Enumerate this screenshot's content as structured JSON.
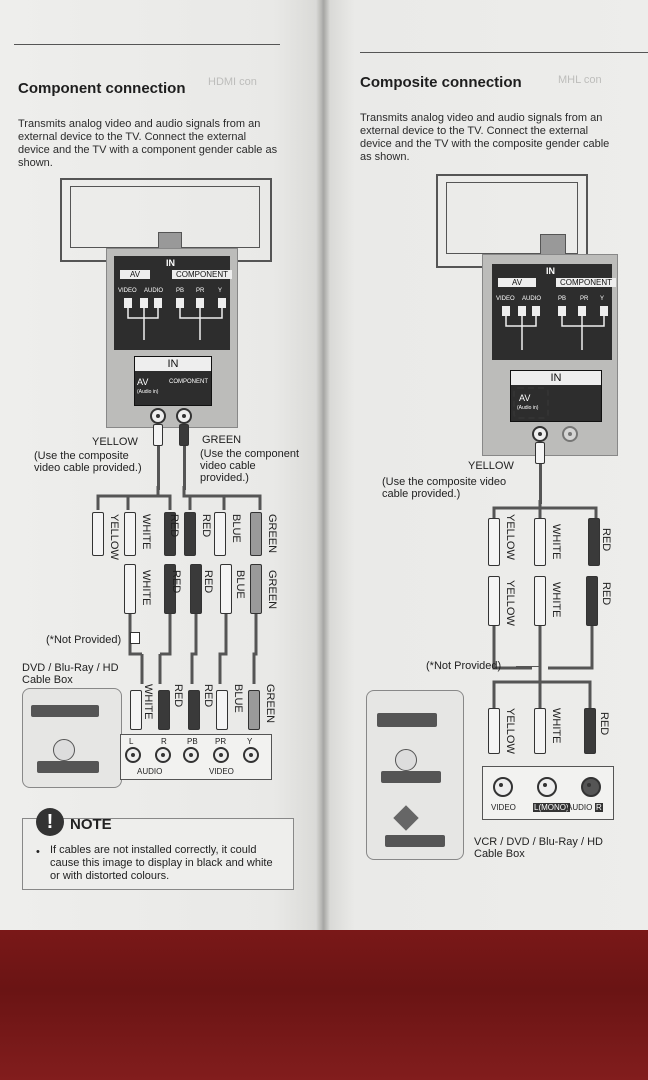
{
  "left_page": {
    "title": "Component connection",
    "ghost_text": "HDMI con",
    "description": "Transmits analog video and audio signals from an external device to the TV. Connect the external device and the TV with a component gender cable as shown.",
    "tv_panel": {
      "in_label": "IN",
      "av_label": "AV",
      "component_label": "COMPONENT",
      "jack_labels": [
        "VIDEO",
        "AUDIO",
        "PB",
        "PR",
        "Y"
      ],
      "in_box_label": "IN",
      "in_box_av": "AV",
      "in_box_audio_in": "(Audio in)",
      "in_box_component": "COMPONENT"
    },
    "yellow_label": "YELLOW",
    "yellow_note": "(Use the composite video cable provided.)",
    "green_label": "GREEN",
    "green_note": "(Use the component video cable provided.)",
    "plugs_row1": [
      "YELLOW",
      "WHITE",
      "RED",
      "RED",
      "BLUE",
      "GREEN"
    ],
    "plugs_row2": [
      "WHITE",
      "RED",
      "RED",
      "BLUE",
      "GREEN"
    ],
    "not_provided": "(*Not Provided)",
    "device_label": "DVD / Blu-Ray / HD Cable Box",
    "plugs_row3": [
      "WHITE",
      "RED",
      "RED",
      "BLUE",
      "GREEN"
    ],
    "ports": [
      "L",
      "R",
      "PB",
      "PR",
      "Y"
    ],
    "port_group_audio": "AUDIO",
    "port_group_video": "VIDEO",
    "note_title": "NOTE",
    "note_text": "If cables are not installed correctly, it could cause this image to display in black and white or with distorted colours."
  },
  "right_page": {
    "title": "Composite connection",
    "ghost_text": "MHL con",
    "description": "Transmits analog video and audio signals from an external device to the TV. Connect the external device and the TV with the composite gender cable as shown.",
    "tv_panel": {
      "in_label": "IN",
      "av_label": "AV",
      "component_label": "COMPONENT",
      "jack_labels": [
        "VIDEO",
        "AUDIO",
        "PB",
        "PR",
        "Y"
      ],
      "in_box_label": "IN",
      "in_box_av": "AV",
      "in_box_audio_in": "(Audio in)"
    },
    "yellow_label": "YELLOW",
    "yellow_note": "(Use the composite video cable provided.)",
    "plugs_row1": [
      "YELLOW",
      "WHITE",
      "RED"
    ],
    "plugs_row2": [
      "YELLOW",
      "WHITE",
      "RED"
    ],
    "not_provided": "(*Not Provided)",
    "plugs_row3": [
      "YELLOW",
      "WHITE",
      "RED"
    ],
    "ports_label_video": "VIDEO",
    "ports_label_mono": "L(MONO)",
    "ports_label_audio": "AUDIO",
    "ports_label_r": "R",
    "device_label": "VCR / DVD / Blu-Ray / HD Cable Box"
  }
}
